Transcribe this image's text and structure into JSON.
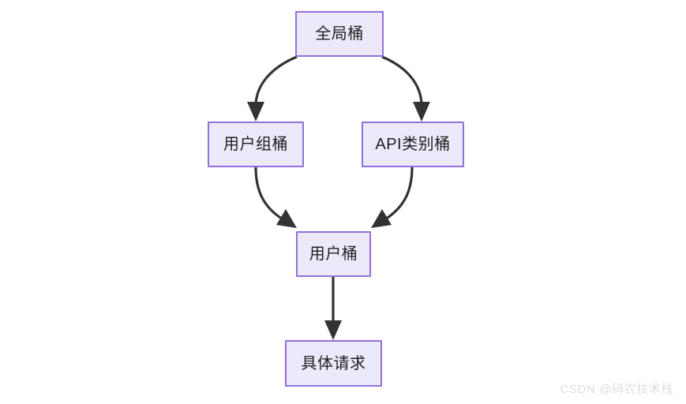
{
  "diagram": {
    "type": "flowchart",
    "direction": "top-to-bottom",
    "background_color": "#FFFFFF",
    "node_fill_color": "#ECEAFA",
    "node_border_color": "#9370DB",
    "edge_color": "#333333",
    "text_color": "#1F1F1F",
    "nodes": [
      {
        "id": "global",
        "label": "全局桶"
      },
      {
        "id": "usergroup",
        "label": "用户组桶"
      },
      {
        "id": "apicategory",
        "label": "API类别桶"
      },
      {
        "id": "user",
        "label": "用户桶"
      },
      {
        "id": "request",
        "label": "具体请求"
      }
    ],
    "edges": [
      {
        "from": "全局桶",
        "to": "用户组桶",
        "style": "curved",
        "arrow": "solid-triangle"
      },
      {
        "from": "全局桶",
        "to": "API类别桶",
        "style": "curved",
        "arrow": "solid-triangle"
      },
      {
        "from": "用户组桶",
        "to": "用户桶",
        "style": "curved",
        "arrow": "solid-triangle"
      },
      {
        "from": "API类别桶",
        "to": "用户桶",
        "style": "curved",
        "arrow": "solid-triangle"
      },
      {
        "from": "用户桶",
        "to": "具体请求",
        "style": "straight",
        "arrow": "solid-triangle"
      }
    ]
  },
  "watermark": {
    "text": "CSDN @码农技术栈"
  }
}
